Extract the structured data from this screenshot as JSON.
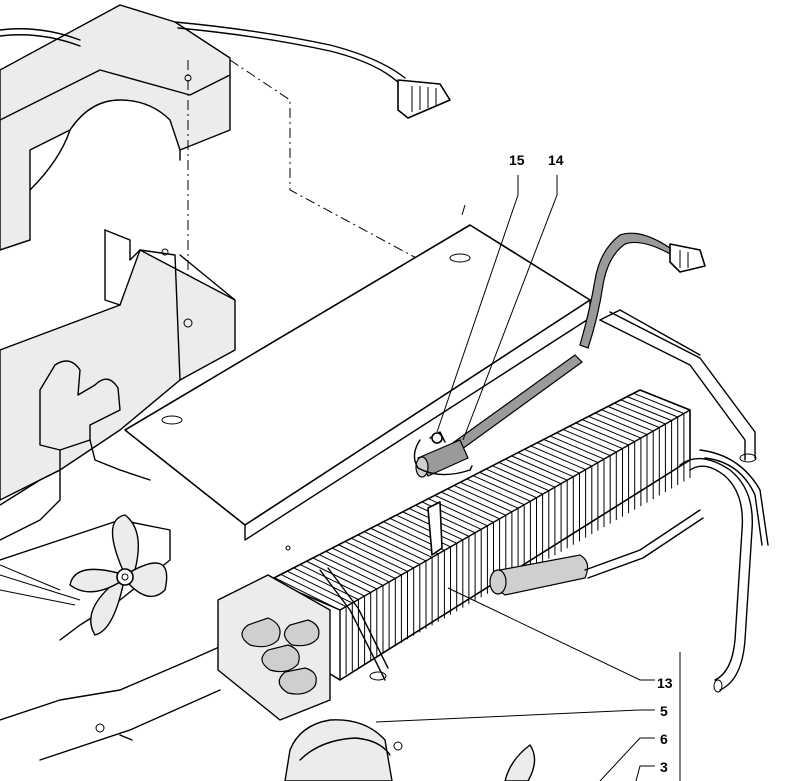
{
  "diagram": {
    "callouts": [
      {
        "label": "15"
      },
      {
        "label": "14"
      },
      {
        "label": "13"
      },
      {
        "label": "5"
      },
      {
        "label": "6"
      },
      {
        "label": "3"
      }
    ]
  }
}
